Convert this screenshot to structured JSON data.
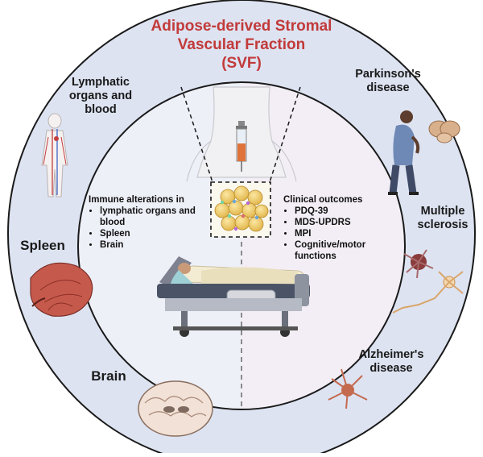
{
  "title": {
    "line1": "Adipose-derived Stromal",
    "line2": "Vascular Fraction",
    "line3": "(SVF)"
  },
  "outer_labels": {
    "lymphatic": [
      "Lymphatic",
      "organs and",
      "blood"
    ],
    "spleen": "Spleen",
    "brain": "Brain",
    "parkinsons": [
      "Parkinson's",
      "disease"
    ],
    "ms": [
      "Multiple",
      "sclerosis"
    ],
    "alzheimers": [
      "Alzheimer's",
      "disease"
    ]
  },
  "immune": {
    "heading": "Immune alterations in",
    "items": [
      "lymphatic organs and blood",
      "Spleen",
      "Brain"
    ]
  },
  "clinical": {
    "heading": "Clinical outcomes",
    "items": [
      "PDQ-39",
      "MDS-UPDRS",
      "MPI",
      "Cognitive/motor functions"
    ]
  },
  "colors": {
    "title": "#c23a3a",
    "outer_ring": "#dde3f1",
    "inner_left": "#eef0f8",
    "inner_right": "#f3eef5",
    "border": "#1a1a1a"
  }
}
